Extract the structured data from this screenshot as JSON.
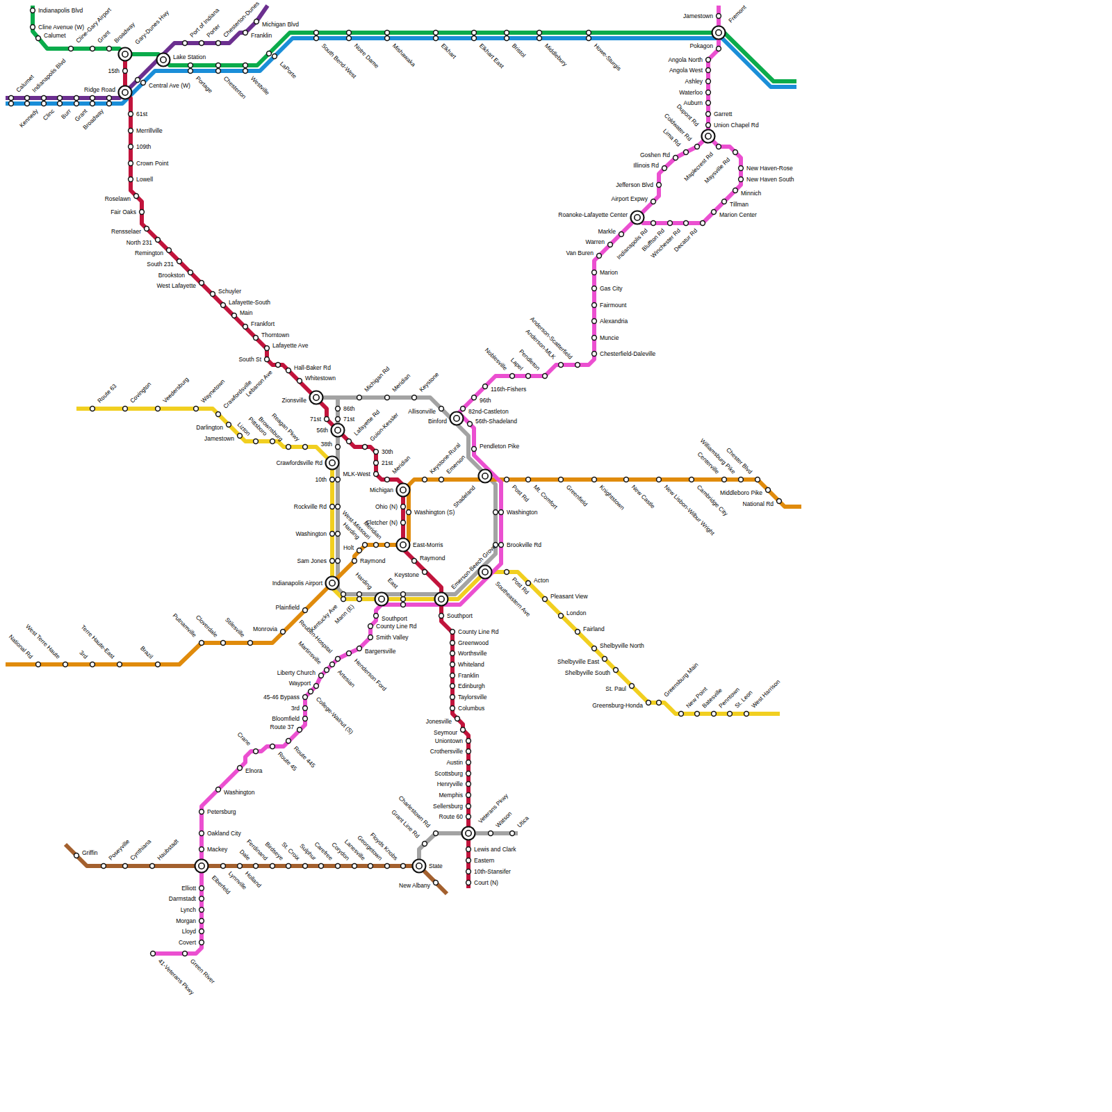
{
  "diagram": {
    "labels": [
      "Indianapolis Blvd",
      "Cline Avenue (W)",
      "Calumet",
      "Cline-Gary Airport",
      "Grant",
      "Broadway",
      "Gary-Dunes Hwy",
      "15th",
      "Ridge Road",
      "Calumet",
      "Indianapolis Blvd",
      "Kennedy",
      "Clinc",
      "Burr",
      "Grant",
      "Broadway",
      "Lake Station",
      "Central Ave (W)",
      "Port of Indiana",
      "Porter",
      "Chesterton-Dunes",
      "Franklin",
      "Michigan Blvd",
      "Portage",
      "Chesterton",
      "Westville",
      "LaPorte",
      "South Bend-West",
      "Notre Dame",
      "Mishawaka",
      "Elkhart",
      "Elkhart East",
      "Bristol",
      "Middlebury",
      "Howe-Sturgis",
      "Jamestown",
      "Fremont",
      "Pokagon",
      "Angola North",
      "Angola West",
      "Ashley",
      "Waterloo",
      "Auburn",
      "Garrett",
      "Union Chapel Rd",
      "Dupont Rd",
      "Coldwater Rd",
      "Lima Rd",
      "Goshen Rd",
      "Illinois Rd",
      "Jefferson Blvd",
      "Airport Expwy",
      "Roanoke-Lafayette Center",
      "Markle",
      "Warren",
      "Van Buren",
      "Marion",
      "Gas City",
      "Fairmount",
      "Alexandria",
      "Muncie",
      "Chesterfield-Daleville",
      "Maplecrest Rd",
      "Maysville Rd",
      "New Haven-Rose",
      "New Haven South",
      "Minnich",
      "Tillman",
      "Marion Center",
      "Decatur Rd",
      "Winchester Rd",
      "Bluffton Rd",
      "Indianapolis Rd",
      "Anderson-Scatterfield",
      "Anderson-MLK",
      "Pendleton",
      "Lapel",
      "Noblesville",
      "116th-Fishers",
      "96th",
      "82nd-Castleton",
      "56th-Shadeland",
      "Pendleton Pike",
      "61st",
      "Merrillville",
      "109th",
      "Crown Point",
      "Lowell",
      "Roselawn",
      "Fair Oaks",
      "Rensselaer",
      "North 231",
      "Remington",
      "South 231",
      "Brookston",
      "West Lafayette",
      "Schuyler",
      "Lafayette-South",
      "Main",
      "Frankfort",
      "Thorntown",
      "Lafayette Ave",
      "South St",
      "Lebanon Ave",
      "Hall-Baker Rd",
      "Whitestown",
      "Zionsville",
      "Michigan Rd",
      "Meridian",
      "Keystone",
      "Allisonville",
      "Binford",
      "71st",
      "86th",
      "71st",
      "56th",
      "Lafayette Rd",
      "Guion-Kessler",
      "30th",
      "21st",
      "38th",
      "MLK-West",
      "Meridian",
      "Michigan",
      "Ohio (N)",
      "Washington (S)",
      "Fletcher (N)",
      "East-Morris",
      "Raymond",
      "Keystone",
      "Keystone-Rural",
      "Emerson",
      "Shadeland",
      "Post Rd",
      "Mt. Comfort",
      "Greenfield",
      "Knightstown",
      "New Castle",
      "New Lisbon-Wilbur Wright",
      "Cambridge City",
      "Centerville",
      "Williamsburg Pike",
      "Chester Blvd",
      "Middleboro Pike",
      "National Rd",
      "Washington",
      "Brookville Rd",
      "Emerson-Beech Grove",
      "Southeastern Ave",
      "Post Rd",
      "Acton",
      "Pleasant View",
      "London",
      "Fairland",
      "Shelbyville North",
      "Shelbyville East",
      "Shelbyville South",
      "St. Paul",
      "Greensburg-Honda",
      "Greensburg Main",
      "New Point",
      "Batesville",
      "Penntown",
      "St. Leon",
      "West Harrison",
      "Route 63",
      "Covington",
      "Veedersburg",
      "Waynetown",
      "Crawfordsville",
      "Darlington",
      "Jamestown",
      "Lizton",
      "Pittsboro",
      "Brownsburg",
      "Reagan Pkwy",
      "Crawfordsville Rd",
      "10th",
      "Rockville Rd",
      "Washington",
      "Sam Jones",
      "Indianapolis Airport",
      "Kentucky Ave",
      "Mann (E)",
      "Harding",
      "East",
      "Southport",
      "County Line Rd",
      "Smith Valley",
      "Bargersville",
      "Henderson Ford",
      "Reuben-Hospital",
      "Artesian",
      "Martinsville",
      "Liberty Church",
      "Wayport",
      "45-46 Bypass",
      "College-Walnut (S)",
      "3rd",
      "Bloomfield",
      "Route 37",
      "Route 445",
      "Route 45",
      "Crane",
      "Elnora",
      "Washington",
      "Petersburg",
      "Oakland City",
      "Mackey",
      "Elberfeld",
      "Elliott",
      "Darmstadt",
      "Lynch",
      "Morgan",
      "Lloyd",
      "Covert",
      "Green River",
      "41-Veterans Pkwy",
      "National Rd",
      "West Terre Haute",
      "3rd",
      "Terre Haute-East",
      "Brazil",
      "Putnamville",
      "Cloverdale",
      "Stilesville",
      "Monrovia",
      "Plainfield",
      "Raymond",
      "Holt",
      "Harding",
      "West-Missouri",
      "Meridian",
      "Southport",
      "County Line Rd",
      "Greenwood",
      "Worthsville",
      "Whiteland",
      "Franklin",
      "Edinburgh",
      "Taylorsville",
      "Columbus",
      "Jonesville",
      "Seymour",
      "Uniontown",
      "Crothersville",
      "Austin",
      "Scottsburg",
      "Henryville",
      "Memphis",
      "Sellersburg",
      "Route 60",
      "Veterans Pkwy",
      "Watson",
      "Utica",
      "Lewis and Clark",
      "Eastern",
      "10th-Stansifer",
      "Court (N)",
      "Charlestown Rd",
      "Grant Line Rd",
      "State",
      "New Albany",
      "Griffin",
      "Poseyville",
      "Cynthiana",
      "Haubstadt",
      "Lynnville",
      "Holland",
      "Dale",
      "Ferdinand",
      "Birdseye",
      "St. Croix",
      "Sulphur",
      "Carefree",
      "Corydon",
      "Lanesville",
      "Georgetown",
      "Floyds Knobs"
    ]
  }
}
